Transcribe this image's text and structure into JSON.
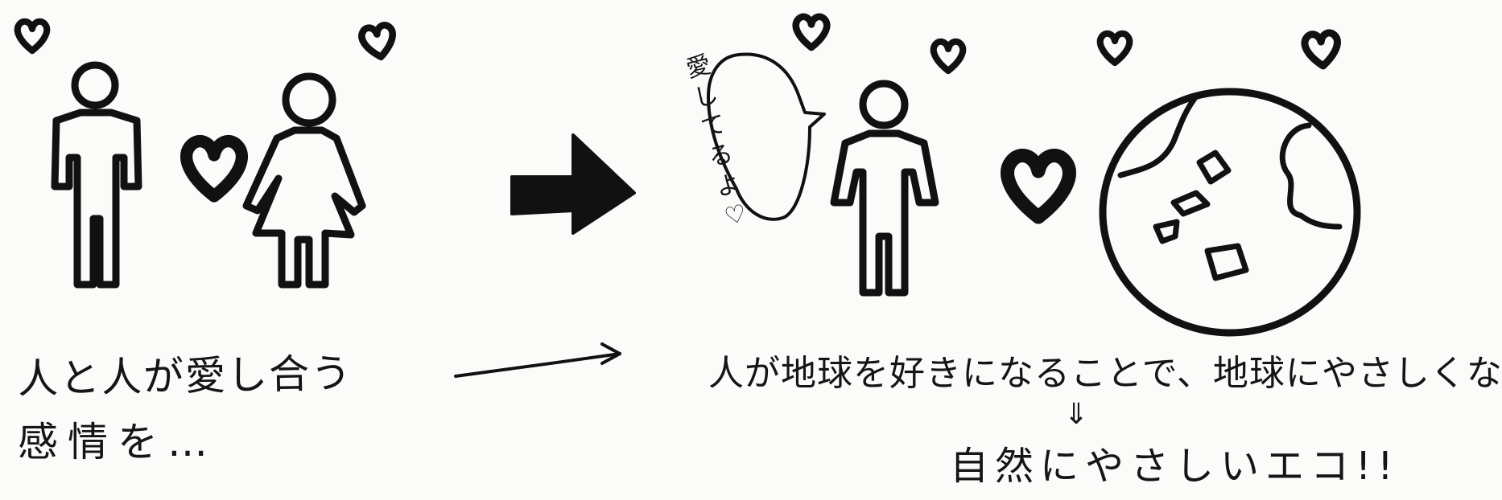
{
  "speech_bubble": {
    "text": "愛してるよ♡"
  },
  "left_caption": {
    "line1": "人と人が愛し合う",
    "line2": "感情を…"
  },
  "right_caption": {
    "line1": "人が地球を好きになることで、地球にやさしくなる",
    "line2": "自然にやさしいエコ!!"
  },
  "down_arrow": "⇓",
  "icons": [
    "heart-icon",
    "man-icon",
    "woman-icon",
    "arrow-right-icon",
    "globe-icon",
    "speech-bubble-icon"
  ],
  "colors": {
    "ink": "#111111",
    "paper": "#fbfbf9"
  }
}
